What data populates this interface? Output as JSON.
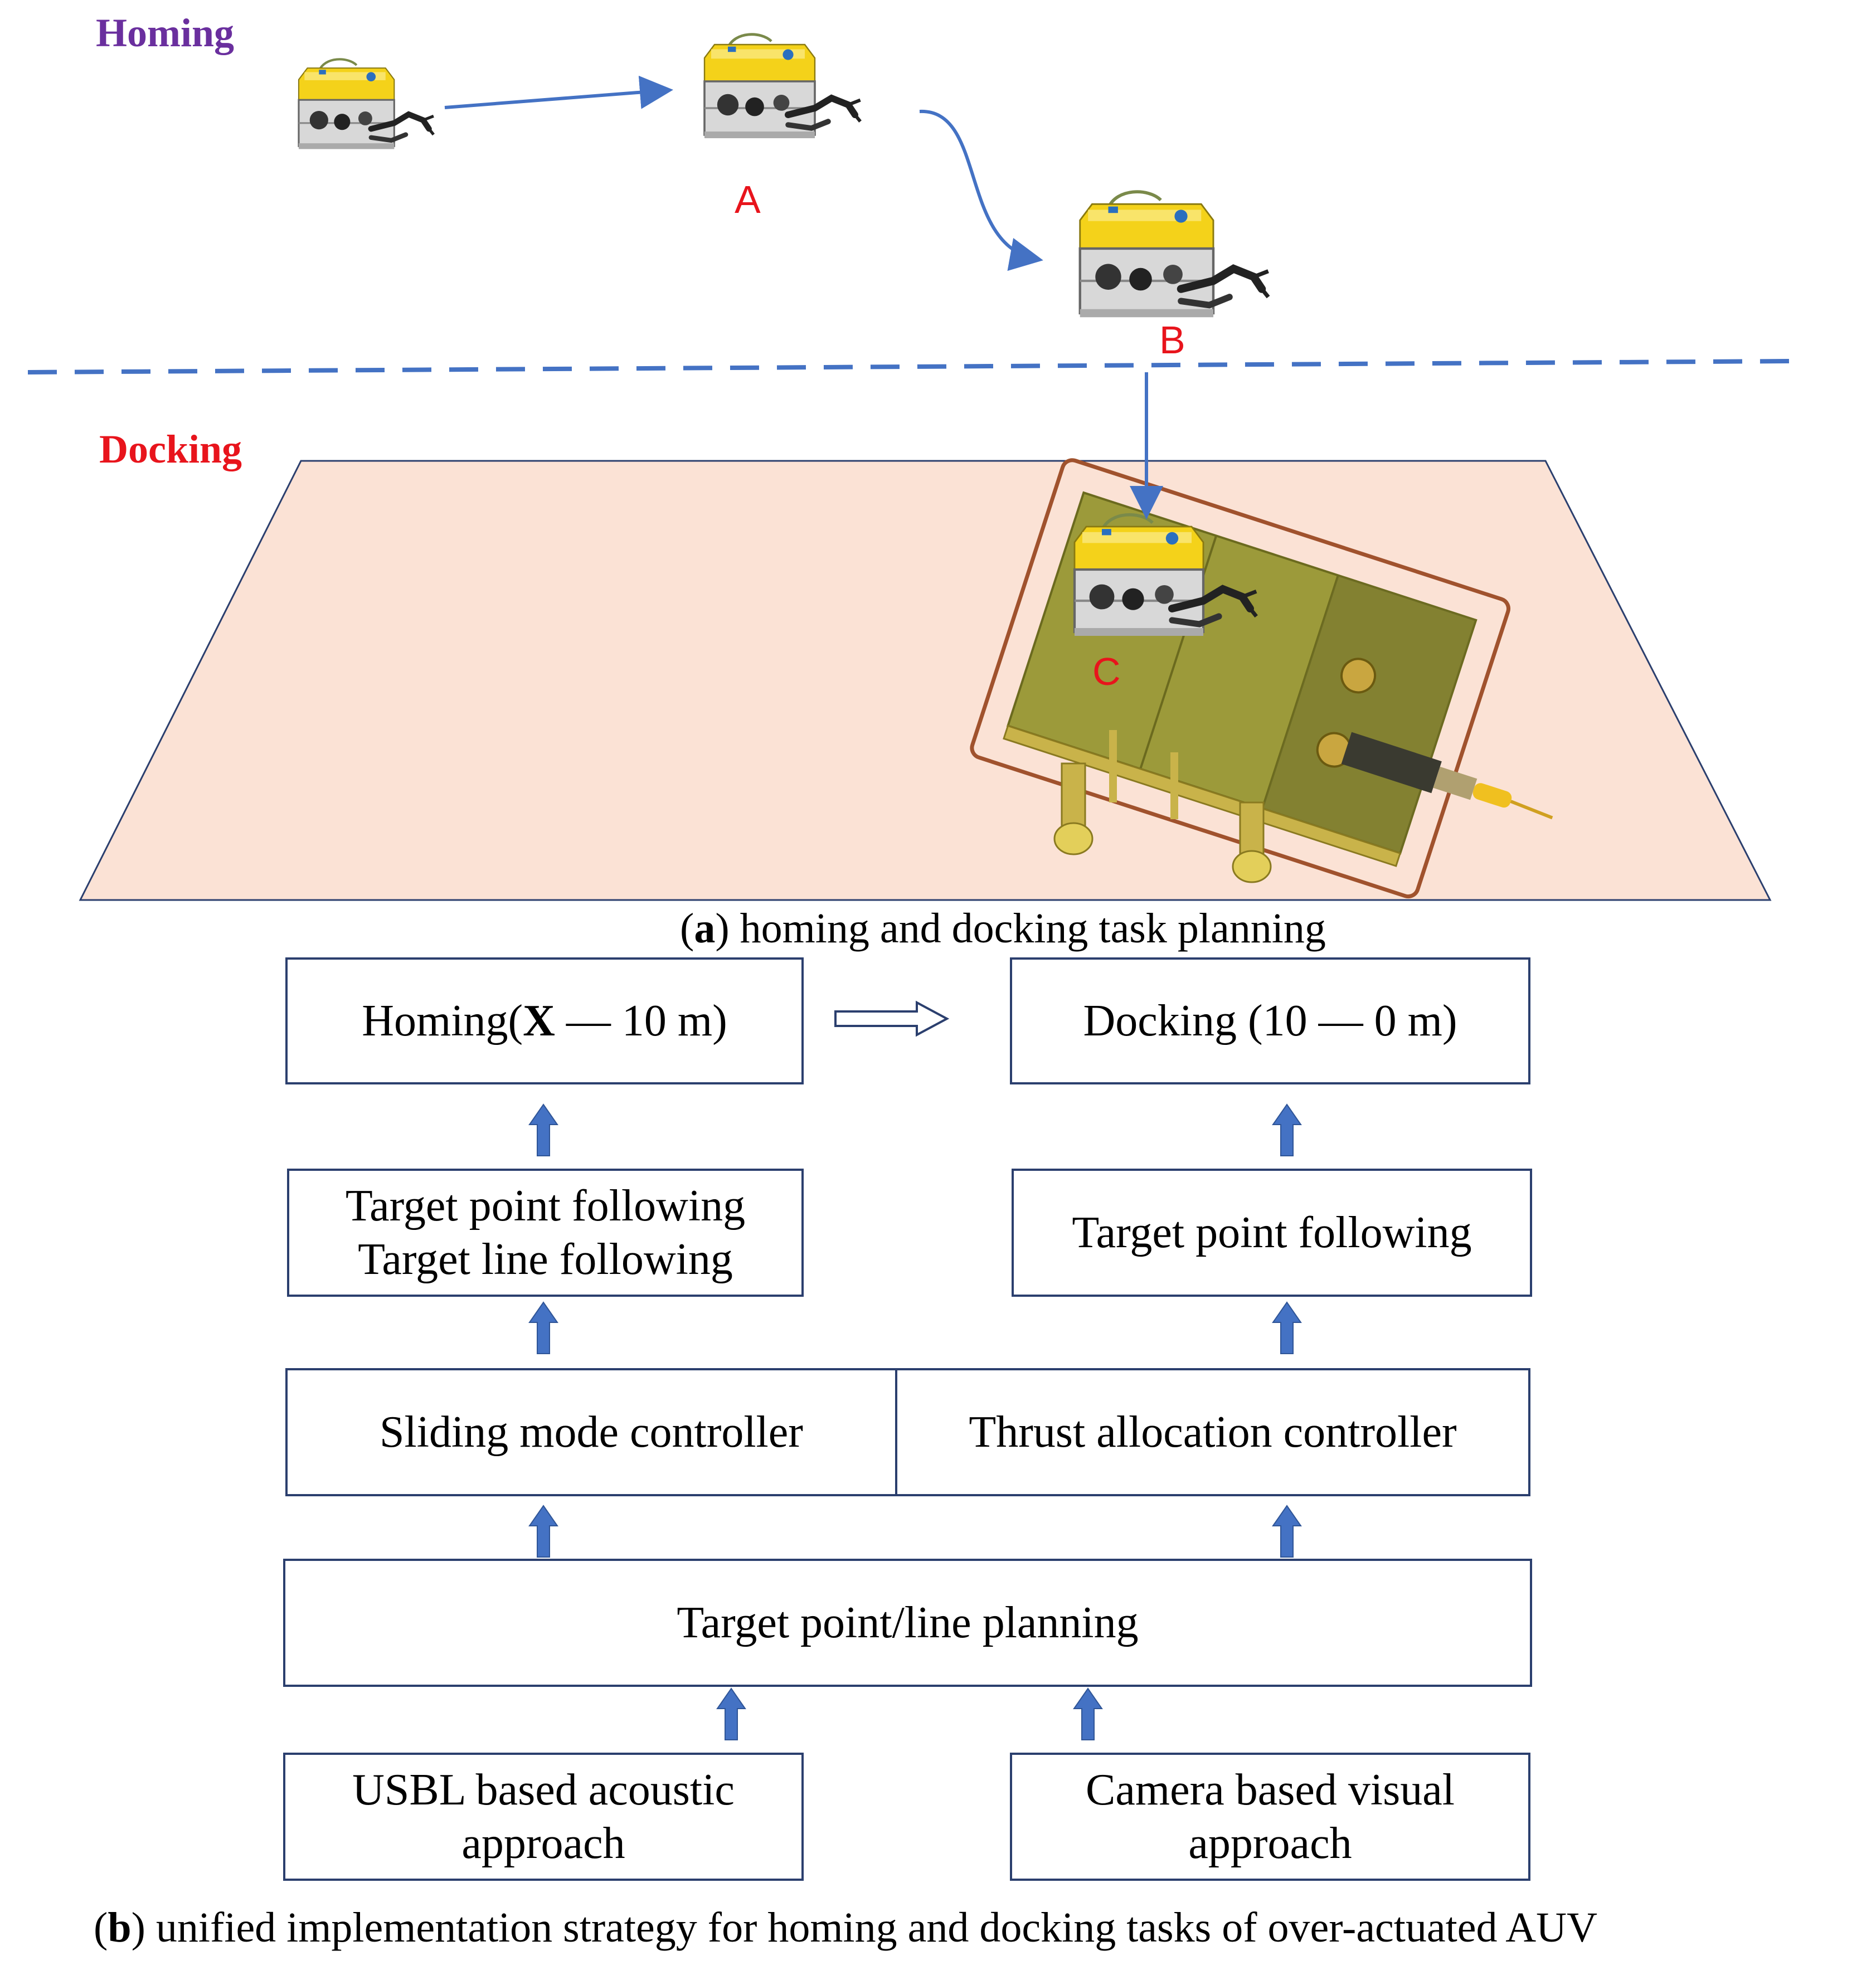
{
  "panel_a": {
    "homing_label": "Homing",
    "docking_label": "Docking",
    "point_a": "A",
    "point_b": "B",
    "point_c": "C",
    "caption_letter": "a",
    "caption_text": " homing and docking task planning"
  },
  "panel_b": {
    "homing_box_prefix": "Homing(",
    "homing_box_bold": "X",
    "homing_box_suffix": " — 10 m)",
    "docking_box": "Docking (10 — 0 m)",
    "homing_following_line1": "Target point following",
    "homing_following_line2": "Target line following",
    "docking_following": "Target point following",
    "sliding_controller": "Sliding mode controller",
    "thrust_controller": "Thrust allocation controller",
    "planning": "Target point/line planning",
    "usbl_line1": "USBL based acoustic",
    "usbl_line2": "approach",
    "camera_line1": "Camera based visual",
    "camera_line2": "approach",
    "caption_letter": "b",
    "caption_text": " unified implementation strategy for homing and docking tasks of over-actuated AUV"
  },
  "colors": {
    "homing_label": "#6a2f9e",
    "docking_label": "#e8141c",
    "point_label": "#e8141c",
    "path_arrow": "#4472c4",
    "seabed_fill": "#fbe2d5",
    "box_border": "#2b3f6e",
    "up_arrow": "#4472c4"
  },
  "icons": {
    "vehicle": "rov-icon",
    "dock": "docking-station-icon",
    "up_arrow": "up-arrow-icon",
    "transition_arrow": "hollow-right-arrow-icon"
  }
}
